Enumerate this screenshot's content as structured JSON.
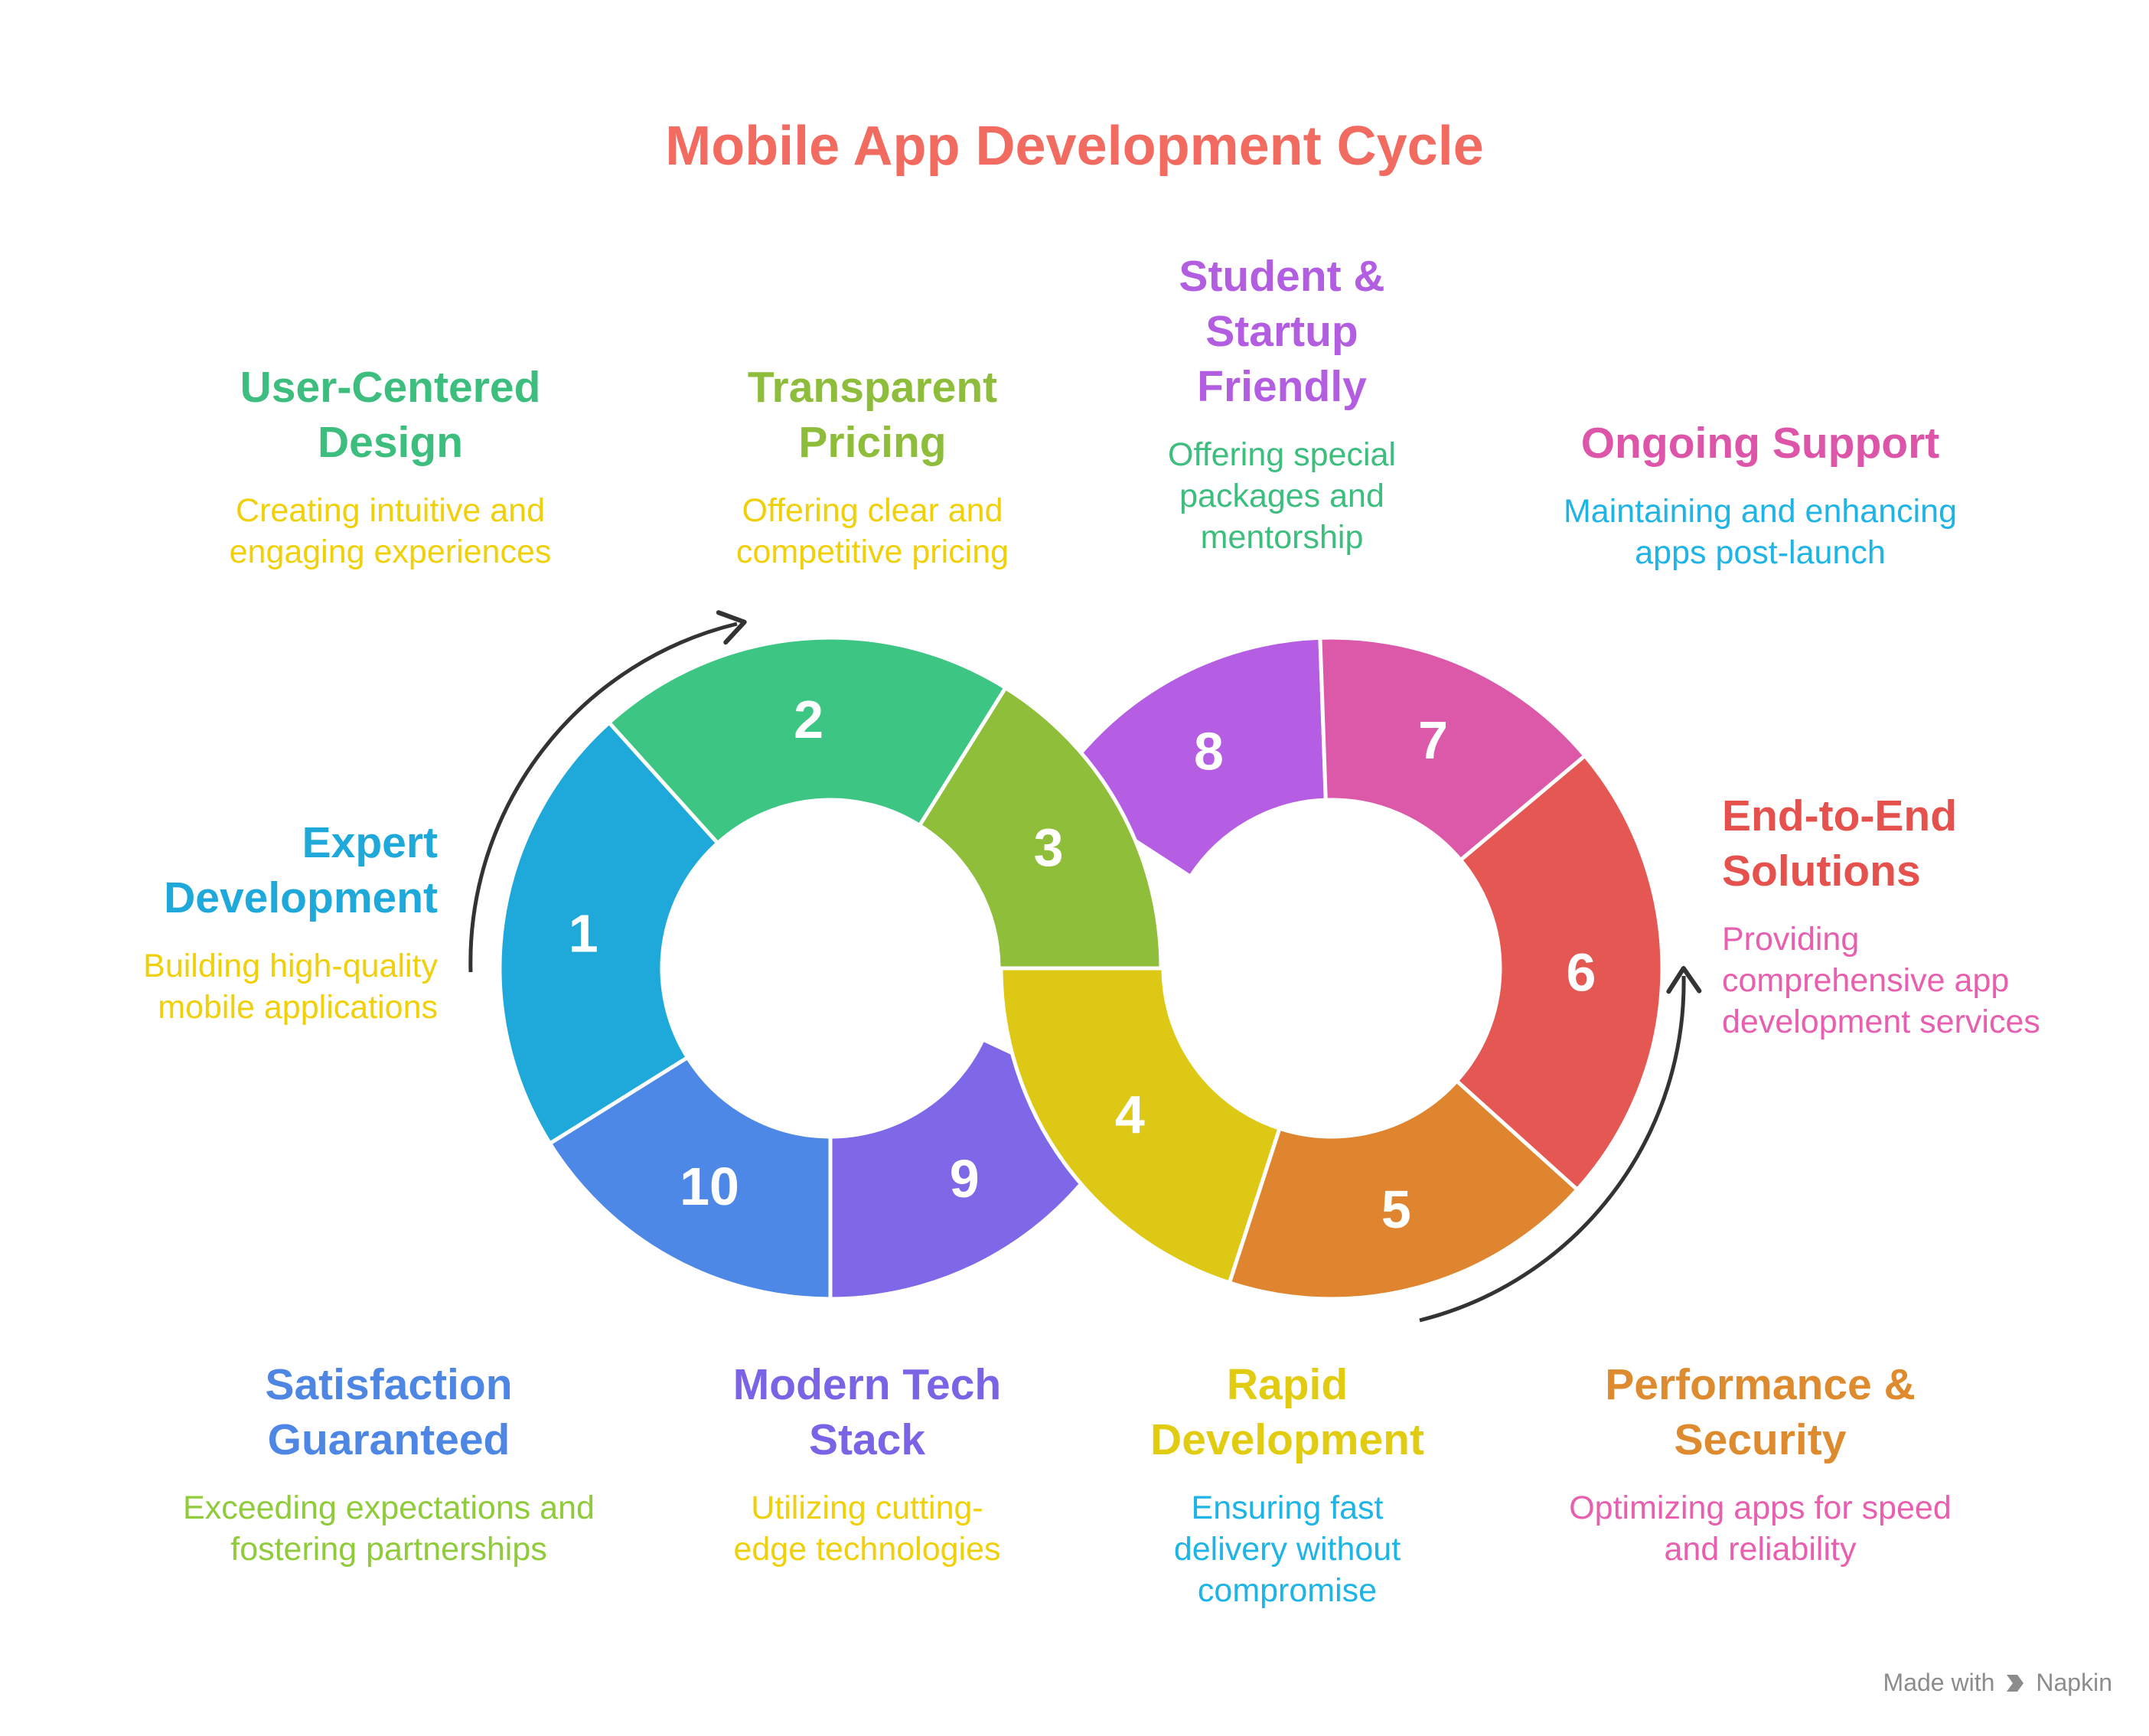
{
  "title": "Mobile App Development Cycle",
  "title_color": "#F26B60",
  "background": "#FFFFFF",
  "footer": {
    "made_with": "Made with",
    "brand": "Napkin"
  },
  "steps": [
    {
      "number": "1",
      "title_line1": "Expert",
      "title_line2": "Development",
      "title_color": "#1FA8DA",
      "desc_line1": "Building high-quality",
      "desc_line2": "mobile applications",
      "desc_line3": "",
      "desc_color": "#F0D00A",
      "segment_color": "#1FA8DA"
    },
    {
      "number": "2",
      "title_line1": "User-Centered",
      "title_line2": "Design",
      "title_color": "#3DBE7E",
      "desc_line1": "Creating intuitive and",
      "desc_line2": "engaging experiences",
      "desc_line3": "",
      "desc_color": "#F0D00A",
      "segment_color": "#3DC584"
    },
    {
      "number": "3",
      "title_line1": "Transparent",
      "title_line2": "Pricing",
      "title_color": "#8DBD3A",
      "desc_line1": "Offering clear and",
      "desc_line2": "competitive pricing",
      "desc_line3": "",
      "desc_color": "#F0D00A",
      "segment_color": "#8EBE3A"
    },
    {
      "number": "4",
      "title_line1": "Rapid",
      "title_line2": "Development",
      "title_color": "#E2CC12",
      "desc_line1": "Ensuring fast",
      "desc_line2": "delivery without",
      "desc_line3": "compromise",
      "desc_color": "#1FB4E6",
      "segment_color": "#DDC915"
    },
    {
      "number": "5",
      "title_line1": "Performance &",
      "title_line2": "Security",
      "title_color": "#DE8A2E",
      "desc_line1": "Optimizing apps for speed",
      "desc_line2": "and reliability",
      "desc_line3": "",
      "desc_color": "#E85FB0",
      "segment_color": "#DF8530"
    },
    {
      "number": "6",
      "title_line1": "End-to-End",
      "title_line2": "Solutions",
      "title_color": "#E5524E",
      "desc_line1": "Providing",
      "desc_line2": "comprehensive app",
      "desc_line3": "development services",
      "desc_color": "#E85FB0",
      "segment_color": "#E55752"
    },
    {
      "number": "7",
      "title_line1": "Ongoing Support",
      "title_line2": "",
      "title_color": "#DC55A8",
      "desc_line1": "Maintaining and enhancing",
      "desc_line2": "apps post-launch",
      "desc_line3": "",
      "desc_color": "#1FB4E6",
      "segment_color": "#DC59AA"
    },
    {
      "number": "8",
      "title_line1": "Student &",
      "title_line2": "Startup",
      "title_line3": "Friendly",
      "title_color": "#B35EE0",
      "desc_line1": "Offering special",
      "desc_line2": "packages and",
      "desc_line3": "mentorship",
      "desc_color": "#3DBE7E",
      "segment_color": "#B65EE3"
    },
    {
      "number": "9",
      "title_line1": "Modern Tech",
      "title_line2": "Stack",
      "title_color": "#7B63E6",
      "desc_line1": "Utilizing cutting-",
      "desc_line2": "edge technologies",
      "desc_line3": "",
      "desc_color": "#F0D00A",
      "segment_color": "#7F68E8"
    },
    {
      "number": "10",
      "title_line1": "Satisfaction",
      "title_line2": "Guaranteed",
      "title_color": "#4E86E4",
      "desc_line1": "Exceeding expectations and",
      "desc_line2": "fostering partnerships",
      "desc_line3": "",
      "desc_color": "#8FCB3A",
      "segment_color": "#4E88E6"
    }
  ]
}
